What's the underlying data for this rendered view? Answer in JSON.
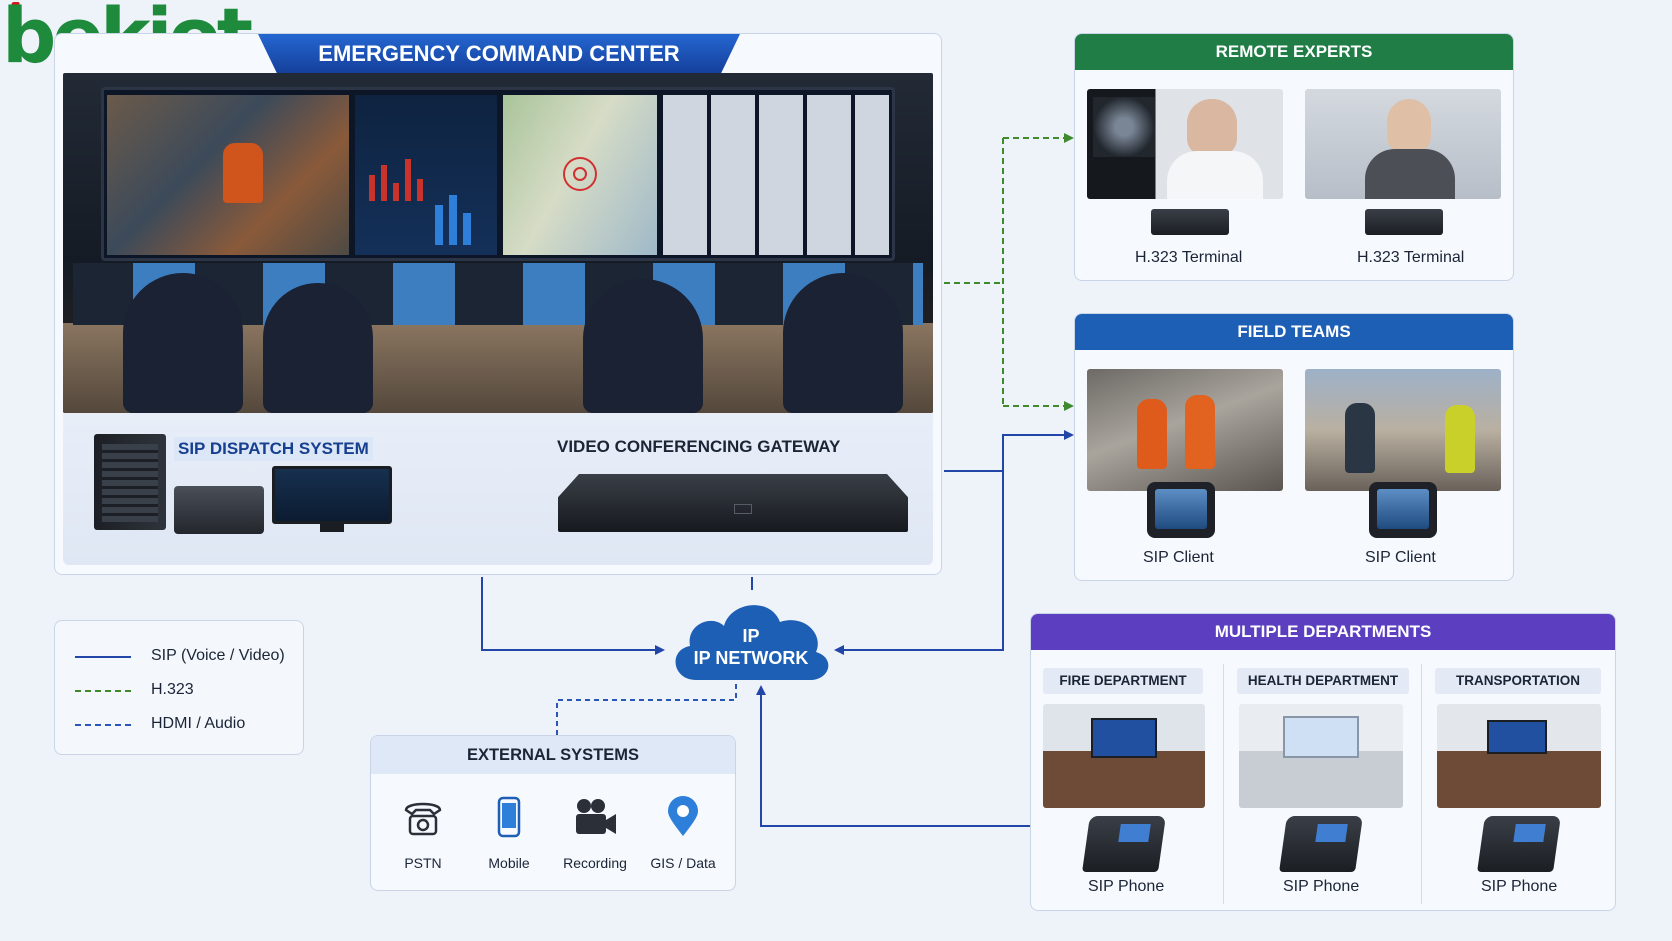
{
  "logo": {
    "text": "bekiot",
    "accent_color": "#d31b1b",
    "brand_color": "#1e8a3c"
  },
  "command_center": {
    "title": "EMERGENCY COMMAND CENTER",
    "sip_dispatch": "SIP DISPATCH SYSTEM",
    "video_gateway": "VIDEO CONFERENCING GATEWAY"
  },
  "remote_experts": {
    "title": "REMOTE EXPERTS",
    "terminal_left": "H.323 Terminal",
    "terminal_right": "H.323 Terminal",
    "header_color": "#1f7d45"
  },
  "field_teams": {
    "title": "FIELD TEAMS",
    "client_left": "SIP Client",
    "client_right": "SIP Client",
    "header_color": "#1d5fb5"
  },
  "network": {
    "line1": "IP",
    "line2": "IP NETWORK",
    "color": "#1d5fb5"
  },
  "legend": {
    "items": [
      {
        "label": "SIP (Voice / Video)",
        "style": "solid",
        "color": "#2146a8"
      },
      {
        "label": "H.323",
        "style": "dashed",
        "color": "#3e8a2c"
      },
      {
        "label": "HDMI / Audio",
        "style": "dashed",
        "color": "#2a56b8"
      }
    ]
  },
  "external_systems": {
    "title": "EXTERNAL SYSTEMS",
    "items": [
      {
        "label": "PSTN",
        "icon": "telephone-icon"
      },
      {
        "label": "Mobile",
        "icon": "mobile-phone-icon"
      },
      {
        "label": "Recording",
        "icon": "video-camera-icon"
      },
      {
        "label": "GIS / Data",
        "icon": "map-pin-icon"
      }
    ]
  },
  "departments": {
    "title": "MULTIPLE DEPARTMENTS",
    "header_color": "#5b3fc0",
    "items": [
      {
        "name": "FIRE DEPARTMENT",
        "device": "SIP Phone"
      },
      {
        "name": "HEALTH DEPARTMENT",
        "device": "SIP Phone"
      },
      {
        "name": "TRANSPORTATION",
        "device": "SIP Phone"
      }
    ]
  }
}
